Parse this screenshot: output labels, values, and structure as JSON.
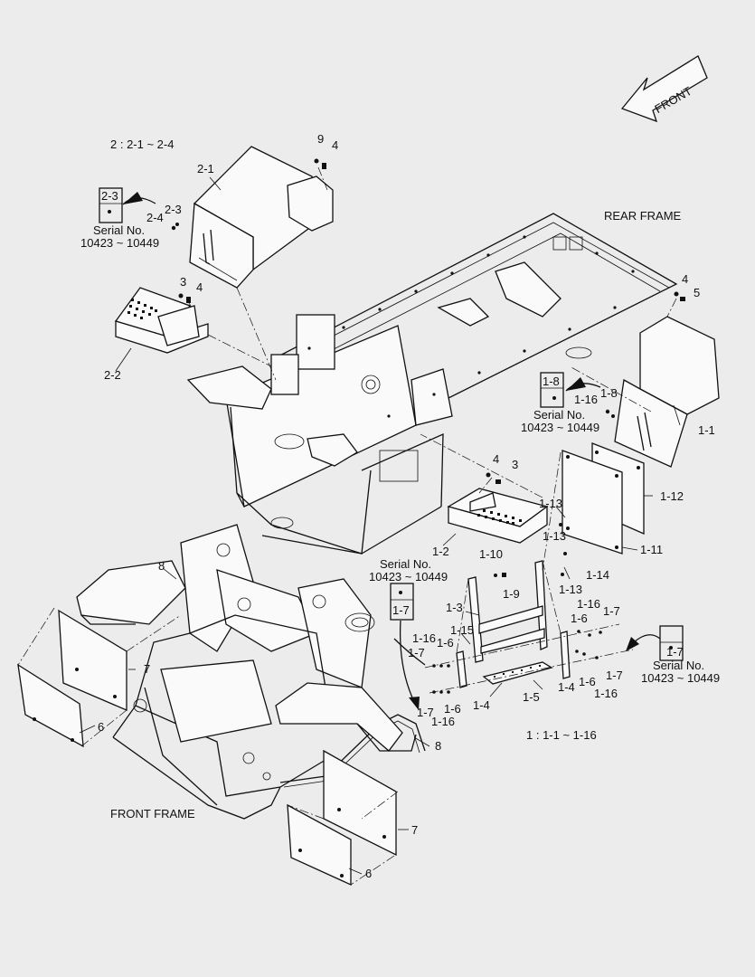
{
  "front_arrow": {
    "label": "FRONT"
  },
  "groups": {
    "group2_heading": "2 : 2-1 ~ 2-4",
    "group1_heading": "1 : 1-1 ~ 1-16"
  },
  "frame_titles": {
    "rear": "REAR FRAME",
    "front": "FRONT FRAME"
  },
  "serial_notes": [
    {
      "box": "2-3",
      "line1": "Serial No.",
      "line2": "10423 ~ 10449"
    },
    {
      "box": "1-8",
      "line1": "Serial No.",
      "line2": "10423 ~ 10449"
    },
    {
      "box": "1-7",
      "line1": "Serial No.",
      "line2": "10423 ~ 10449"
    },
    {
      "box": "1-7",
      "line1": "Serial No.",
      "line2": "10423 ~ 10449"
    }
  ],
  "callouts": {
    "c9": "9",
    "c4a": "4",
    "c21": "2-1",
    "c24": "2-4",
    "c23": "2-3",
    "c3a": "3",
    "c4b": "4",
    "c22": "2-2",
    "c4c": "4",
    "c5": "5",
    "c11": "1-1",
    "c116a": "1-16",
    "c18": "1-8",
    "c4d": "4",
    "c3b": "3",
    "c112": "1-12",
    "c113a": "1-13",
    "c111": "1-11",
    "c12": "1-2",
    "c110": "1-10",
    "c19": "1-9",
    "c114": "1-14",
    "c113b": "1-13",
    "c13": "1-3",
    "c115": "1-15",
    "c116b": "1-16",
    "c17a": "1-7",
    "c16a": "1-6",
    "c116c": "1-16",
    "c16b": "1-6",
    "c17b": "1-7",
    "c17c": "1-7",
    "c16c": "1-6",
    "c116d": "1-16",
    "c14a": "1-4",
    "c15": "1-5",
    "c14b": "1-4",
    "c16d": "1-6",
    "c116e": "1-16",
    "c17d": "1-7",
    "c8a": "8",
    "c7a": "7",
    "c6a": "6",
    "c8b": "8",
    "c7b": "7",
    "c6b": "6"
  }
}
